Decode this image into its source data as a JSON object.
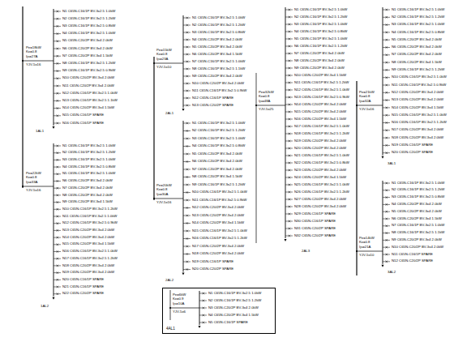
{
  "diagram": {
    "nodes": [
      {
        "text": [
          "4AL1"
        ]
      }
    ],
    "labels": [
      "1AL1",
      "YJV-5x16",
      "Pe=18kW",
      "Kx=0.8",
      "Ijs=27A",
      "N1 C65N-C16/1P BV-3x2.5 1.0kW",
      "N2 C65N-C16/1P BV-3x2.5 1.2kW",
      "N3 C65N-C16/1P BV-3x2.5 0.8kW",
      "N4 C65N-C16/1P BV-3x2.5 1.0kW",
      "N5 C65N-C20/2P BV-3x4 2.0kW",
      "N6 C65N-C20/2P BV-3x4 2.0kW",
      "N7 C65N-C20/2P BV-3x4 1.5kW",
      "N8 C65N-C16/1P BV-3x2.5 1.2kW",
      "N9 C65N-C16/1P BV-3x2.5 0.9kW",
      "N10 C65N-C20/2P BV-3x4 2.0kW",
      "N11 C65N-C20/2P BV-3x4 2.0kW",
      "N12 C65N-C16/1P BV-3x2.5 1.0kW",
      "N13 C65N-C16/1P BV-3x2.5 1.1kW",
      "N14 C65N-C20/2P BV-3x4 1.5kW",
      "N15 C65N-C16/1P SPARE",
      "N16 C65N-C16/1P SPARE",
      "1AL2",
      "YJV-5x16",
      "Pe=22kW",
      "Kx=0.8",
      "Ijs=33A",
      "N1 C65N-C16/1P BV-3x2.5 1.0kW",
      "N2 C65N-C16/1P BV-3x2.5 1.2kW",
      "N3 C65N-C16/1P BV-3x2.5 1.0kW",
      "N4 C65N-C16/1P BV-3x2.5 0.8kW",
      "N5 C65N-C16/1P BV-3x2.5 1.0kW",
      "N6 C65N-C20/2P BV-3x4 2.0kW",
      "N7 C65N-C20/2P BV-3x4 2.0kW",
      "N8 C65N-C20/2P BV-3x4 2.0kW",
      "N9 C65N-C20/2P BV-3x4 1.5kW",
      "N10 C65N-C16/1P BV-3x2.5 1.2kW",
      "N11 C65N-C16/1P BV-3x2.5 1.0kW",
      "N12 C65N-C16/1P BV-3x2.5 0.9kW",
      "N13 C65N-C20/2P BV-3x4 2.0kW",
      "N14 C65N-C20/2P BV-3x4 2.0kW",
      "N15 C65N-C20/2P BV-3x4 1.5kW",
      "N16 C65N-C16/1P BV-3x2.5 1.0kW",
      "N17 C65N-C16/1P BV-3x2.5 1.2kW",
      "N18 C65N-C20/2P BV-3x4 2.0kW",
      "N19 C65N-C20/2P BV-3x4 2.0kW",
      "N20 C65N-C16/1P SPARE",
      "N21 C65N-C16/1P SPARE",
      "N22 C65N-C20/2P SPARE",
      "2AL1",
      "YJV-5x10",
      "Pe=15kW",
      "Kx=0.8",
      "Ijs=23A",
      "N1 C65N-C16/1P BV-3x2.5 1.0kW",
      "N2 C65N-C16/1P BV-3x2.5 1.2kW",
      "N3 C65N-C16/1P BV-3x2.5 0.8kW",
      "N4 C65N-C20/2P BV-3x4 2.0kW",
      "N5 C65N-C20/2P BV-3x4 2.0kW",
      "N6 C65N-C20/2P BV-3x4 1.5kW",
      "N7 C65N-C16/1P BV-3x2.5 1.0kW",
      "N8 C65N-C16/1P BV-3x2.5 1.1kW",
      "N9 C65N-C20/2P BV-3x4 2.0kW",
      "N10 C65N-C20/2P BV-3x4 2.0kW",
      "N11 C65N-C16/1P BV-3x2.5 0.9kW",
      "N12 C65N-C16/1P SPARE",
      "N13 C65N-C20/2P SPARE",
      "2AL2",
      "YJV-5x16",
      "Pe=20kW",
      "Kx=0.8",
      "Ijs=30A",
      "N1 C65N-C16/1P BV-3x2.5 1.0kW",
      "N2 C65N-C16/1P BV-3x2.5 1.2kW",
      "N3 C65N-C16/1P BV-3x2.5 1.0kW",
      "N4 C65N-C16/1P BV-3x2.5 0.8kW",
      "N5 C65N-C20/2P BV-3x4 2.0kW",
      "N6 C65N-C20/2P BV-3x4 2.0kW",
      "N7 C65N-C20/2P BV-3x4 2.0kW",
      "N8 C65N-C20/2P BV-3x4 1.5kW",
      "N9 C65N-C16/1P BV-3x2.5 1.2kW",
      "N10 C65N-C16/1P BV-3x2.5 1.0kW",
      "N11 C65N-C16/1P BV-3x2.5 0.9kW",
      "N12 C65N-C20/2P BV-3x4 2.0kW",
      "N13 C65N-C20/2P BV-3x4 2.0kW",
      "N14 C65N-C20/2P BV-3x4 1.5kW",
      "N15 C65N-C16/1P BV-3x2.5 1.0kW",
      "N16 C65N-C16/1P BV-3x2.5 1.2kW",
      "N17 C65N-C20/2P BV-3x4 2.0kW",
      "N18 C65N-C20/2P BV-3x4 2.0kW",
      "N19 C65N-C16/1P SPARE",
      "N20 C65N-C20/2P SPARE",
      "2AL3",
      "YJV-5x25",
      "Pe=32kW",
      "Kx=0.8",
      "Ijs=48A",
      "N1 C65N-C16/1P BV-3x2.5 1.0kW",
      "N2 C65N-C16/1P BV-3x2.5 1.2kW",
      "N3 C65N-C16/1P BV-3x2.5 1.0kW",
      "N4 C65N-C16/1P BV-3x2.5 0.8kW",
      "N5 C65N-C16/1P BV-3x2.5 1.0kW",
      "N6 C65N-C16/1P BV-3x2.5 1.2kW",
      "N7 C65N-C20/2P BV-3x4 2.0kW",
      "N8 C65N-C20/2P BV-3x4 2.0kW",
      "N9 C65N-C20/2P BV-3x4 2.0kW",
      "N10 C65N-C20/2P BV-3x4 1.5kW",
      "N11 C65N-C16/1P BV-3x2.5 1.2kW",
      "N12 C65N-C16/1P BV-3x2.5 1.0kW",
      "N13 C65N-C16/1P BV-3x2.5 0.9kW",
      "N14 C65N-C20/2P BV-3x4 2.0kW",
      "N15 C65N-C20/2P BV-3x4 2.0kW",
      "N16 C65N-C20/2P BV-3x4 1.5kW",
      "N17 C65N-C16/1P BV-3x2.5 1.0kW",
      "N18 C65N-C16/1P BV-3x2.5 1.2kW",
      "N19 C65N-C20/2P BV-3x4 2.0kW",
      "N20 C65N-C20/2P BV-3x4 2.0kW",
      "N21 C65N-C16/1P BV-3x2.5 1.0kW",
      "N22 C65N-C16/1P BV-3x2.5 0.8kW",
      "N23 C65N-C20/2P BV-3x4 2.0kW",
      "N24 C65N-C20/2P BV-3x4 1.5kW",
      "N25 C65N-C16/1P BV-3x2.5 1.0kW",
      "N26 C65N-C16/1P BV-3x2.5 1.2kW",
      "N27 C65N-C20/2P BV-3x4 2.0kW",
      "N28 C65N-C20/2P BV-3x4 2.0kW",
      "N29 C65N-C16/1P SPARE",
      "N30 C65N-C16/1P SPARE",
      "N31 C65N-C20/2P SPARE",
      "N32 C65N-C20/2P SPARE",
      "3AL1",
      "YJV-5x16",
      "Pe=21kW",
      "Kx=0.8",
      "Ijs=32A",
      "N1 C65N-C16/1P BV-3x2.5 1.0kW",
      "N2 C65N-C16/1P BV-3x2.5 1.2kW",
      "N3 C65N-C16/1P BV-3x2.5 1.0kW",
      "N4 C65N-C16/1P BV-3x2.5 0.8kW",
      "N5 C65N-C20/2P BV-3x4 2.0kW",
      "N6 C65N-C20/2P BV-3x4 2.0kW",
      "N7 C65N-C20/2P BV-3x4 2.0kW",
      "N8 C65N-C20/2P BV-3x4 1.5kW",
      "N9 C65N-C16/1P BV-3x2.5 1.2kW",
      "N10 C65N-C16/1P BV-3x2.5 1.0kW",
      "N11 C65N-C16/1P BV-3x2.5 0.9kW",
      "N12 C65N-C20/2P BV-3x4 2.0kW",
      "N13 C65N-C20/2P BV-3x4 2.0kW",
      "N14 C65N-C20/2P BV-3x4 1.5kW",
      "N15 C65N-C16/1P BV-3x2.5 1.0kW",
      "N16 C65N-C16/1P BV-3x2.5 1.2kW",
      "N17 C65N-C20/2P BV-3x4 2.0kW",
      "N18 C65N-C20/2P BV-3x4 2.0kW",
      "N19 C65N-C16/1P SPARE",
      "N20 C65N-C20/2P SPARE",
      "3AL2",
      "YJV-5x10",
      "Pe=14kW",
      "Kx=0.8",
      "Ijs=21A",
      "N1 C65N-C16/1P BV-3x2.5 1.0kW",
      "N2 C65N-C16/1P BV-3x2.5 1.2kW",
      "N3 C65N-C16/1P BV-3x2.5 0.8kW",
      "N4 C65N-C20/2P BV-3x4 2.0kW",
      "N5 C65N-C20/2P BV-3x4 2.0kW",
      "N6 C65N-C20/2P BV-3x4 1.5kW",
      "N7 C65N-C16/1P BV-3x2.5 1.0kW",
      "N8 C65N-C16/1P BV-3x2.5 1.1kW",
      "N9 C65N-C20/2P BV-3x4 2.0kW",
      "N10 C65N-C20/2P BV-3x4 2.0kW",
      "N11 C65N-C16/1P SPARE",
      "N12 C65N-C20/2P SPARE",
      "YJV-5x6",
      "Pe=6kW",
      "Kx=0.9",
      "Ijs=10A",
      "N1 C65N-C16/1P BV-3x2.5 1.0kW",
      "N2 C65N-C16/1P BV-3x2.5 1.2kW",
      "N3 C65N-C20/2P BV-3x4 2.0kW",
      "N4 C65N-C20/2P BV-3x4 1.5kW",
      "N5 C65N-C16/1P SPARE"
    ]
  }
}
